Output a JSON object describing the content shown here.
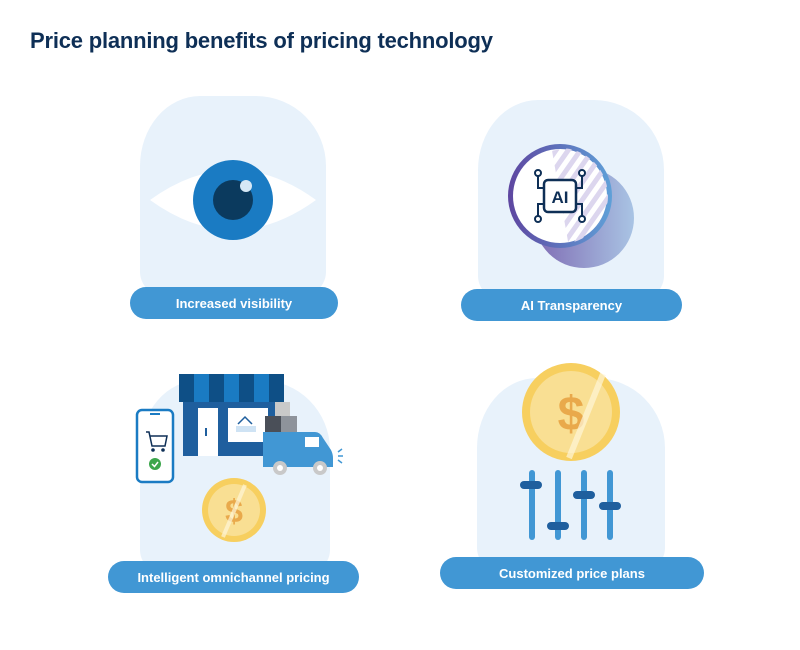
{
  "title": "Price planning benefits of pricing technology",
  "colors": {
    "title": "#0e2f56",
    "blob_bg": "#e8f2fb",
    "pill_bg": "#4197d4",
    "pill_text": "#ffffff",
    "eye_iris": "#1a7bc3",
    "eye_pupil": "#0b3a5e",
    "coin_outer": "#f7cf5f",
    "coin_inner": "#f9df93",
    "coin_symbol": "#e9a94b",
    "ai_ring_purple": "#6a4fa3",
    "slider_track": "#4197d4",
    "slider_knob": "#1f5f9e"
  },
  "benefits": [
    {
      "label": "Increased visibility",
      "icon": "eye-icon"
    },
    {
      "label": "AI Transparency",
      "icon": "ai-chip-icon"
    },
    {
      "label": "Intelligent omnichannel pricing",
      "icon": "store-truck-phone-coin-icon"
    },
    {
      "label": "Customized price plans",
      "icon": "coin-sliders-icon"
    }
  ],
  "icons": {
    "ai_text": "AI",
    "dollar": "$"
  }
}
